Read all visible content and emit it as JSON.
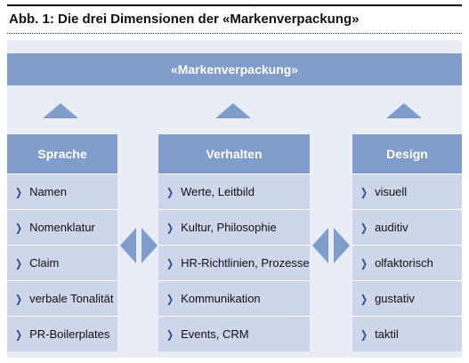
{
  "figure": {
    "title": "Abb. 1: Die drei Dimensionen der «Markenverpackung»"
  },
  "banner": {
    "label": "«Markenverpackung»"
  },
  "columns": [
    {
      "header": "Sprache",
      "items": [
        "Namen",
        "Nomenklatur",
        "Claim",
        "verbale Tonalität",
        "PR-Boilerplates"
      ]
    },
    {
      "header": "Verhalten",
      "items": [
        "Werte, Leitbild",
        "Kultur, Philosophie",
        "HR-Richtlinien, Prozesse",
        "Kommunikation",
        "Events, CRM"
      ]
    },
    {
      "header": "Design",
      "items": [
        "visuell",
        "auditiv",
        "olfaktorisch",
        "gustativ",
        "taktil"
      ]
    }
  ],
  "icons": {
    "bullet": "chevron-right-icon",
    "connector": "double-arrow-icon",
    "pointer": "triangle-up-icon"
  },
  "colors": {
    "header_fill": "#7f9ccb",
    "item_fill": "#cdd6ea",
    "panel_fill": "#e9edf6",
    "bullet": "#2c4d8a"
  }
}
